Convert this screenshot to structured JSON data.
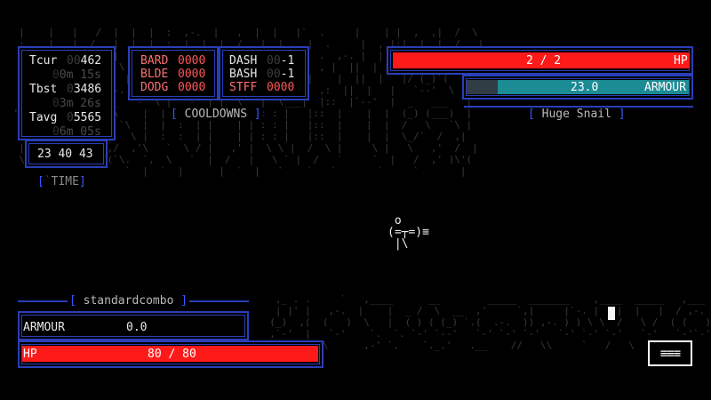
{
  "stats": {
    "tcur_label": "Tcur",
    "tcur_dim": "00",
    "tcur_value": "462",
    "tcur_sub_dim": "0",
    "tcur_sub": "0m 15s",
    "tbst_label": "Tbst",
    "tbst_dim": "0",
    "tbst_value": "3486",
    "tbst_sub_dim": "0",
    "tbst_sub": "3m 26s",
    "tavg_label": "Tavg",
    "tavg_dim": "0",
    "tavg_value": "5565",
    "tavg_sub_dim": "0",
    "tavg_sub": "6m 05s"
  },
  "time": {
    "clock": "23 40 43",
    "label": "TIME"
  },
  "cooldowns": {
    "title": "COOLDOWNS",
    "left": [
      {
        "name": "BARD",
        "value": "0000"
      },
      {
        "name": "BLDE",
        "value": "0000"
      },
      {
        "name": "DODG",
        "value": "0000"
      }
    ],
    "right": [
      {
        "name": "DASH",
        "dim": "00",
        "value": "-1"
      },
      {
        "name": "BASH",
        "dim": "00",
        "value": "-1"
      },
      {
        "name": "STFF",
        "dim": "",
        "value": "0000"
      }
    ]
  },
  "enemy": {
    "name": "Huge Snail",
    "hp_text": "2 / 2",
    "hp_label": "HP",
    "hp_fraction": 1.0,
    "armour_value": "23.0",
    "armour_label": "ARMOUR",
    "armour_fraction": 0.86
  },
  "player": {
    "weapon": "standardcombo",
    "armour_label": "ARMOUR",
    "armour_value": "0.0",
    "hp_label": "HP",
    "hp_text": "80 / 80",
    "hp_fraction": 1.0,
    "sprite": " o\n(=┬=)≡\n |\\"
  },
  "menu": {
    "icon": "menu-icon",
    "glyph": "≡≡≡"
  },
  "colors": {
    "frame": "#2a3fb8",
    "hp_red": "#ff1a1a",
    "armour_teal": "#1b8b94",
    "cooldown_red": "#ff5555"
  }
}
